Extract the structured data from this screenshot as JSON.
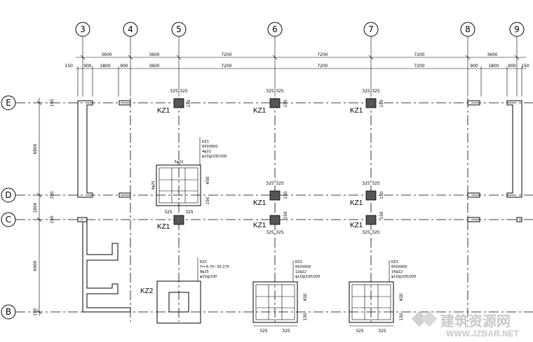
{
  "top_axes": [
    "3",
    "4",
    "5",
    "6",
    "7",
    "8",
    "9"
  ],
  "left_axes": [
    "E",
    "D",
    "C",
    "B"
  ],
  "dims_row1": [
    "3600",
    "3600",
    "7200",
    "7200",
    "7200",
    "3600"
  ],
  "dims_row2": [
    "150",
    "900",
    "1800",
    "900",
    "3600",
    "7200",
    "7200",
    "7200",
    "900",
    "1800",
    "900",
    "150"
  ],
  "left_dims": [
    "6900",
    "1800",
    "6900"
  ],
  "small_dims": {
    "d150": "150",
    "d325": "325",
    "d450": "450"
  },
  "column_labels": {
    "kz1": "KZ1",
    "kz2": "KZ2"
  },
  "details": {
    "kz1_top": [
      "KZ1",
      "650X600",
      "4φ22",
      "φ10@100/200"
    ],
    "kz1_bar_top": "5φ22",
    "kz1_bar_left": "4φ20",
    "kz2": [
      "KZ2",
      "Y=-6.75~30.270",
      "8φ25",
      "φ10@100"
    ],
    "kz2b": [
      "KZ2",
      "650X600",
      "12φ22",
      "φ10@100/200"
    ],
    "kz3": [
      "KZ3",
      "650X600",
      "16φ22",
      "φ10@100/200"
    ]
  },
  "watermark": {
    "cn": "建筑资源网",
    "en": "WWW.JZBAR.NET"
  }
}
